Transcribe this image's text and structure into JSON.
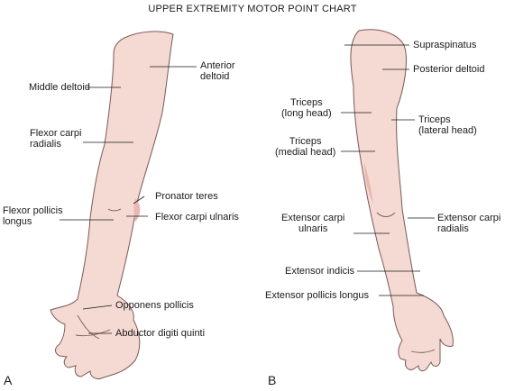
{
  "title": "UPPER EXTREMITY MOTOR POINT CHART",
  "colors": {
    "skin_fill": "#f5d9d3",
    "skin_shade": "#e9b8b0",
    "outline": "#7a5a55",
    "leader": "#1a1a1a",
    "text": "#1a1a1a"
  },
  "panels": {
    "a": {
      "letter": "A",
      "labels": {
        "anterior_deltoid": [
          "Anterior",
          "deltoid"
        ],
        "middle_deltoid": "Middle deltoid",
        "flexor_carpi_radialis": [
          "Flexor carpi",
          "radialis"
        ],
        "pronator_teres": "Pronator teres",
        "flexor_pollicis_longus": [
          "Flexor pollicis",
          "longus"
        ],
        "flexor_carpi_ulnaris": "Flexor carpi ulnaris",
        "opponens_pollicis": "Opponens pollicis",
        "abductor_digiti_quinti": "Abductor digiti quinti"
      }
    },
    "b": {
      "letter": "B",
      "labels": {
        "supraspinatus": "Supraspinatus",
        "posterior_deltoid": "Posterior deltoid",
        "triceps_long_head": [
          "Triceps",
          "(long head)"
        ],
        "triceps_lateral_head": [
          "Triceps",
          "(lateral head)"
        ],
        "triceps_medial_head": [
          "Triceps",
          "(medial head)"
        ],
        "extensor_carpi_ulnaris": [
          "Extensor carpi",
          "ulnaris"
        ],
        "extensor_carpi_radialis": [
          "Extensor carpi",
          "radialis"
        ],
        "extensor_indicis": "Extensor indicis",
        "extensor_pollicis_longus": "Extensor pollicis longus"
      }
    }
  }
}
